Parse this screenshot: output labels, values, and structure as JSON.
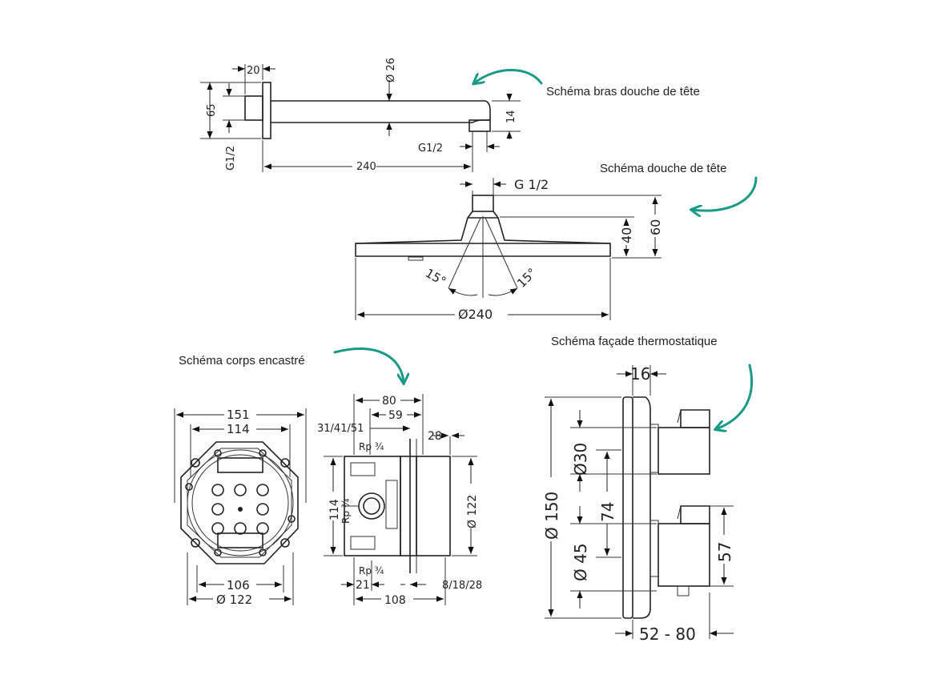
{
  "captions": {
    "arm": "Schéma bras douche de tête",
    "head": "Schéma douche de tête",
    "body": "Schéma corps encastré",
    "facade": "Schéma façade thermostatique"
  },
  "arm": {
    "d20": "20",
    "d26": "Ø 26",
    "d65": "65",
    "g12_left": "G1/2",
    "d14": "14",
    "g12_out": "G1/2",
    "d240": "240"
  },
  "head": {
    "g12": "G 1/2",
    "d60": "60",
    "d40": "40",
    "a15l": "15°",
    "a15r": "15°",
    "d240": "Ø240"
  },
  "body_front": {
    "d151": "151",
    "d114": "114",
    "d106": "106",
    "d122": "Ø 122"
  },
  "body_side": {
    "d80": "80",
    "d59": "59",
    "d315": "31/41/51",
    "d28": "28",
    "rp_top": "Rp ¾",
    "rp_side": "Rp ¾",
    "rp_bottom": "Rp ¾",
    "d114": "114",
    "d122": "Ø 122",
    "d21": "21",
    "d108": "108",
    "d8": "8/18/28"
  },
  "facade": {
    "d16": "16",
    "d150": "Ø 150",
    "d30": "Ø30",
    "d74": "74",
    "d45": "Ø 45",
    "d57": "57",
    "d5280": "52 - 80"
  },
  "accent_color": "#1a9a86"
}
